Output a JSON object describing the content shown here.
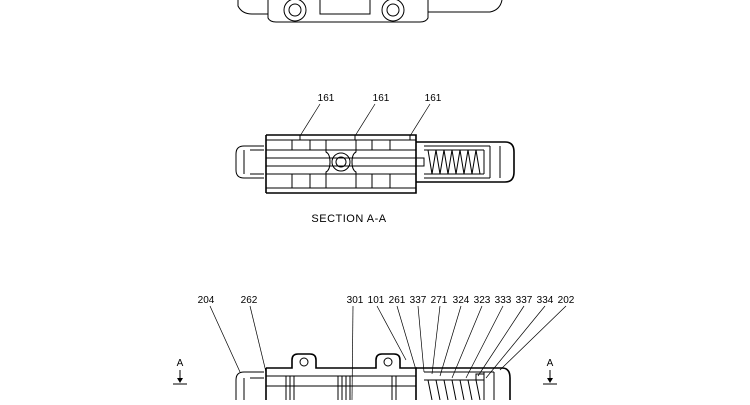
{
  "top_section": {
    "labels": [
      "161",
      "161",
      "161"
    ]
  },
  "section_title": "SECTION  A-A",
  "bottom_section": {
    "labels": [
      "204",
      "262",
      "301",
      "101",
      "261",
      "337",
      "271",
      "324",
      "323",
      "333",
      "337",
      "334",
      "202"
    ],
    "arrow_letter": "A"
  }
}
